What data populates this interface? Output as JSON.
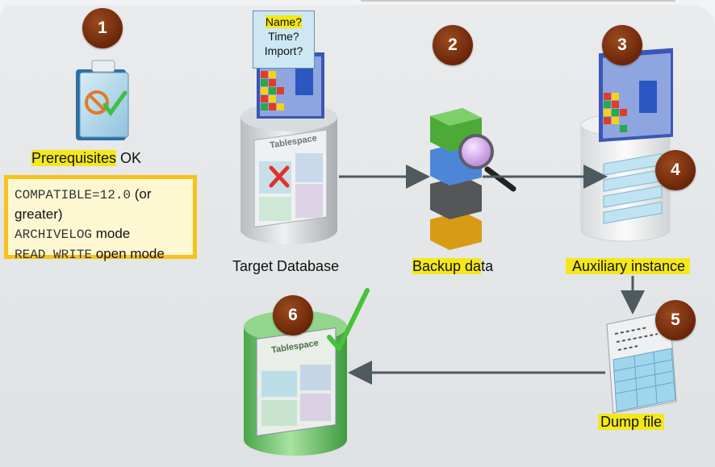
{
  "steps": [
    "1",
    "2",
    "3",
    "4",
    "5",
    "6"
  ],
  "prerequisites": {
    "label_highlighted": "Prerequisites",
    "label_rest": " OK"
  },
  "requirements": {
    "line1_code": "COMPATIBLE=12.0",
    "line1_text": " (or greater)",
    "line2_code": "ARCHIVELOG",
    "line2_text": "  mode",
    "line3_code": "READ WRITE",
    "line3_text": " open mode"
  },
  "callout": {
    "line1": "Name?",
    "line2": "Time?",
    "line3": "Import?"
  },
  "tablespace_label": "Tablespace",
  "labels": {
    "target_database": "Target Database",
    "backup_data_hl": "Backup da",
    "backup_data_rest": "ta",
    "auxiliary_hl": "Auxiliary instance",
    "dump_file": "Dump file"
  },
  "colors": {
    "badge": "#6b2608",
    "highlight": "#f4e81a",
    "box_border": "#f7c21b",
    "arrow": "#4f5a60"
  }
}
